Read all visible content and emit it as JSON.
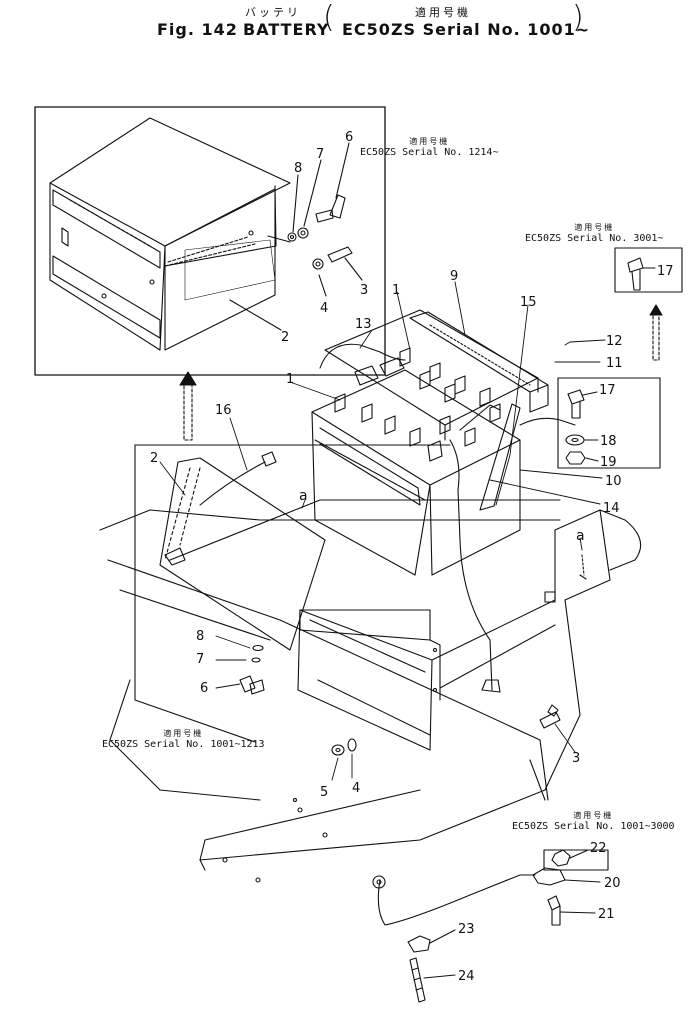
{
  "title": {
    "kana_battery": "バッテリ",
    "fig_number": "Fig. 142",
    "name": "BATTERY",
    "applicability_kana": "適用号機",
    "applicability": "EC50ZS Serial No. 1001~"
  },
  "notes": [
    {
      "id": "note-1214",
      "kana": "適用号機",
      "text": "EC50ZS Serial No. 1214~"
    },
    {
      "id": "note-3001",
      "kana": "適用号機",
      "text": "EC50ZS Serial No. 3001~"
    },
    {
      "id": "note-1001-1213",
      "kana": "適用号機",
      "text": "EC50ZS Serial No. 1001~1213"
    },
    {
      "id": "note-1001-3000",
      "kana": "適用号機",
      "text": "EC50ZS Serial No. 1001~3000"
    }
  ],
  "parts": [
    "1",
    "1",
    "2",
    "2",
    "3",
    "3",
    "4",
    "4",
    "5",
    "6",
    "6",
    "7",
    "7",
    "8",
    "8",
    "9",
    "10",
    "11",
    "12",
    "13",
    "14",
    "15",
    "16",
    "17",
    "17",
    "18",
    "19",
    "20",
    "21",
    "22",
    "23",
    "24"
  ],
  "reference_letters": [
    "a",
    "a"
  ],
  "colors": {
    "ink": "#111111",
    "paper": "#ffffff"
  }
}
